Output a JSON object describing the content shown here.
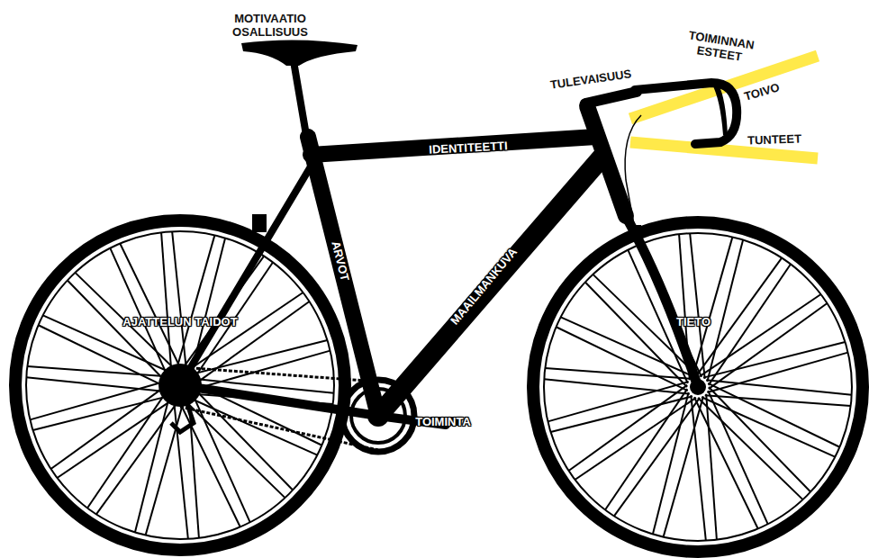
{
  "diagram": {
    "labels": [
      "MOTIVAATIO OSALLISUUS",
      "TOIMINNAN ESTEET",
      "TULEVAISUUS",
      "TOIVO",
      "IDENTITEETTI",
      "TUNTEET",
      "ARVOT",
      "AJATTELUN TAIDOT",
      "MAAILMANKUVA",
      "TIETO",
      "TOIMINTA"
    ]
  }
}
